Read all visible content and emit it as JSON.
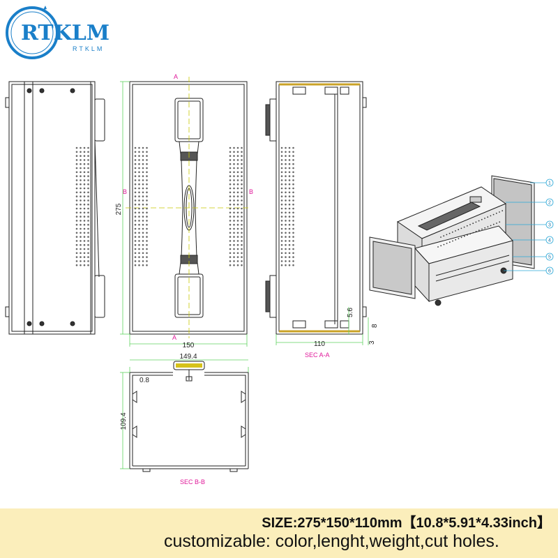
{
  "logo": {
    "brand": "RTKLM",
    "sub": "RTKLM"
  },
  "labels": {
    "section_a": "A",
    "section_b": "B",
    "sec_aa": "SEC A-A",
    "sec_bb": "SEC B-B"
  },
  "dimensions": {
    "height_275": "275",
    "width_150": "150",
    "width_149_4": "149.4",
    "height_109_4": "109.4",
    "wall_0_8": "0.8",
    "depth_110": "110",
    "dim_5_6": "5.6",
    "dim_8": "8",
    "dim_3": "3"
  },
  "callouts": [
    "1",
    "2",
    "3",
    "4",
    "5",
    "6"
  ],
  "banner": {
    "size_prefix": "SIZE:275*150*110mm",
    "size_inch": "【10.8*5.91*4.33inch】",
    "customizable": "customizable: color,lenght,weight,cut holes."
  },
  "colors": {
    "line": "#222222",
    "dimension": "#5fd35f",
    "label": "#e0189a",
    "brand": "#1a7fc9",
    "banner": "#fbeebb",
    "callout": "#2aa8d8"
  }
}
